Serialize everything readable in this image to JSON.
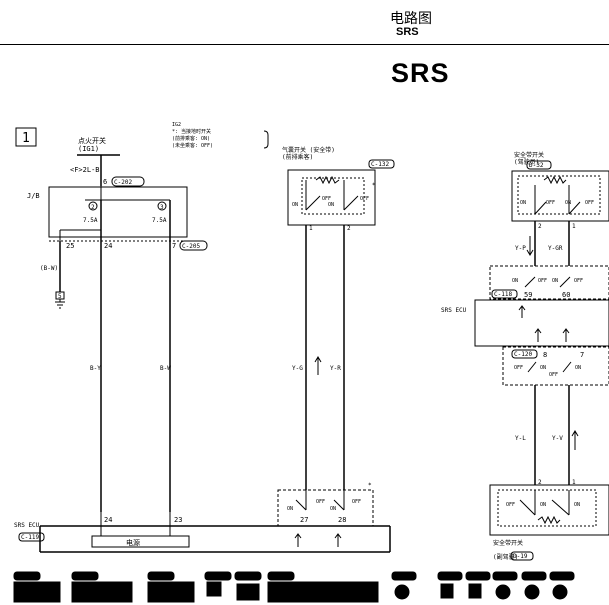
{
  "header": {
    "title_zh": "电路图",
    "title_en": "SRS"
  },
  "page_title": "SRS",
  "sheet_number": "1",
  "ignition": {
    "label": "点火开关",
    "code": "(IG1)",
    "fuse_line": "<F>2L-B"
  },
  "note": {
    "line1": "IG2",
    "line2": "*: 当接地时开关",
    "line3": "(前排乘客: ON)",
    "line4": "(未坐乘客: OFF)"
  },
  "jb": {
    "label": "J/B",
    "pin_top": "6",
    "conn_top": "C-202",
    "fuse_a_num": "2",
    "fuse_a_val": "7.5A",
    "fuse_b_num": "3",
    "fuse_b_val": "7.5A",
    "pin_25": "25",
    "pin_24": "24",
    "pin_7": "7",
    "conn_7": "C-205"
  },
  "ground_left": {
    "wire": "(B-W)",
    "num": "5"
  },
  "wires": {
    "by": "B-Y",
    "bw": "B-W",
    "yg": "Y-G",
    "yr": "Y-R",
    "yp": "Y-P",
    "ygr": "Y-GR",
    "yl": "Y-L",
    "yv": "Y-V"
  },
  "sw1": {
    "label_a": "气囊开关 (安全带)",
    "label_b": "(前排乘客)",
    "conn": "C-132",
    "on1": "ON",
    "on2": "ON",
    "off1": "OFF",
    "off2": "OFF",
    "pin1": "1",
    "pin2": "2",
    "mark": "*"
  },
  "sw2": {
    "label_a": "安全带开关",
    "label_b": "(驾驶员)",
    "conn": "D-32",
    "on1": "ON",
    "off1": "OFF",
    "on2": "ON",
    "off2": "OFF",
    "pin2": "2",
    "pin1": "1"
  },
  "ecu_conn1": {
    "conn": "C-118",
    "pin59": "59",
    "pin60": "60",
    "on1": "ON",
    "off1": "OFF",
    "on2": "ON",
    "off2": "OFF"
  },
  "ecu_conn2": {
    "conn": "C-120",
    "pin8": "8",
    "pin7": "7",
    "off1": "OFF",
    "on1": "ON",
    "off2": "OFF",
    "on2": "ON"
  },
  "srs_label_right": "SRS ECU",
  "sw3": {
    "label": "安全带开关",
    "sub": "(副驾驶)",
    "conn": "D-19",
    "off": "OFF",
    "on1": "ON",
    "on2": "ON",
    "pin2": "2",
    "pin1": "1"
  },
  "bottom_switch": {
    "on": "ON",
    "off1": "OFF",
    "on2": "ON",
    "off2": "OFF",
    "pin27": "27",
    "pin28": "28",
    "mark": "*"
  },
  "srs_ecu": {
    "label": "SRS ECU",
    "conn": "C-119",
    "power": "电源",
    "pin24": "24",
    "pin23": "23"
  },
  "connectors": [
    "C-118",
    "C-119",
    "C-120",
    "C-132",
    "C-202",
    "C-205",
    "D-19",
    "D-22",
    "D-29",
    "D-32",
    "D-01",
    "D-04"
  ]
}
